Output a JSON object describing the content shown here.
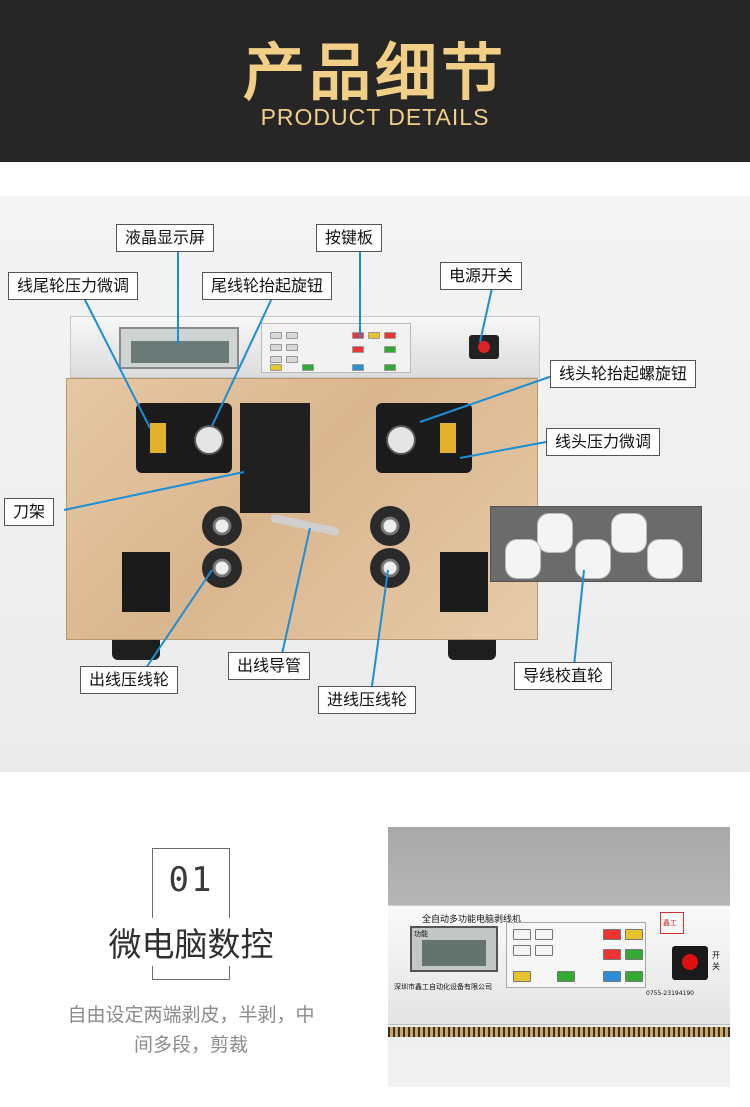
{
  "header": {
    "title_cn": "产品细节",
    "title_en": "PRODUCT DETAILS"
  },
  "diagram": {
    "callouts": {
      "lcd": "液晶显示屏",
      "keypad": "按键板",
      "tail_wheel_pressure": "线尾轮压力微调",
      "tail_wheel_lift": "尾线轮抬起旋钮",
      "power_switch": "电源开关",
      "head_wheel_lift": "线头轮抬起螺旋钮",
      "head_pressure": "线头压力微调",
      "tool_holder": "刀架",
      "out_press_wheel": "出线压线轮",
      "out_tube": "出线导管",
      "in_press_wheel": "进线压线轮",
      "straightener": "导线校直轮"
    },
    "colors": {
      "accent_gold": "#f2cf86",
      "header_bg": "#262626",
      "leader_line": "#1a8fd8"
    }
  },
  "feature": {
    "number": "01",
    "title": "微电脑数控",
    "description": "自由设定两端剥皮，半剥，中间多段，剪裁"
  },
  "photo": {
    "panel_title": "全自动多功能电脑剥线机",
    "lcd_label": "功能",
    "company": "深圳市鑫工自动化设备有限公司",
    "phone": "0755-23194190",
    "switch_label": "开关",
    "logo_text": "鑫工"
  }
}
